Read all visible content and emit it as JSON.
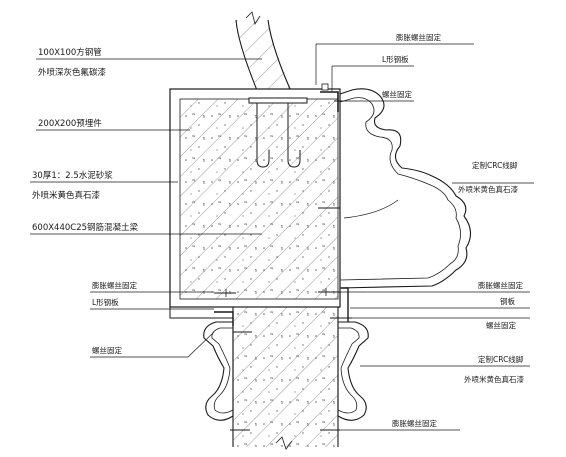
{
  "labels": {
    "tube_spec": "100X100方钢管",
    "tube_finish": "外喷深灰色氟碳漆",
    "embed_plate": "200X200预埋件",
    "mortar": "30厚1：2.5水泥砂浆",
    "mortar_finish": "外喷米黄色真石漆",
    "beam": "600X440C25钢筋混凝土梁",
    "left_expansion_bolt": "膨胀螺丝固定",
    "left_l_plate": "L形钢板",
    "left_screw": "螺丝固定",
    "top_expansion_bolt": "膨胀螺丝固定",
    "top_l_plate": "L形钢板",
    "top_screw": "螺丝固定",
    "crc_upper": "定制CRC线脚",
    "crc_upper_finish": "外喷米黄色真石漆",
    "right_expansion_bolt": "膨胀螺丝固定",
    "steel_plate": "钢板",
    "right_screw": "螺丝固定",
    "crc_lower": "定制CRC线脚",
    "crc_lower_finish": "外喷米黄色真石漆",
    "bottom_expansion_bolt": "膨胀螺丝固定"
  },
  "colors": {
    "line": "#1a1a1a",
    "hatch": "#555555",
    "background": "#ffffff"
  }
}
